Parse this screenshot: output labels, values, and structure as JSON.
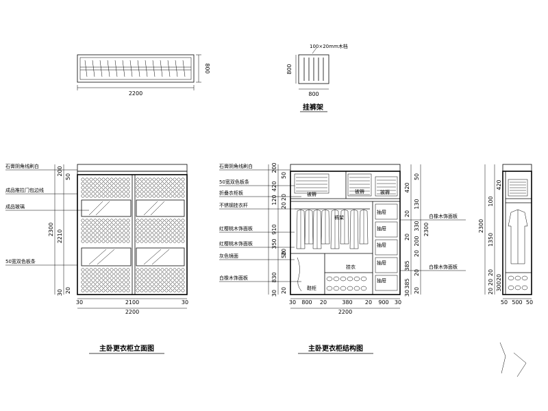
{
  "top_views": {
    "plan": {
      "width_dim": "2200",
      "depth_dim": "800"
    },
    "hanger_rack": {
      "top_label": "100×20mm木档",
      "depth_dim": "800",
      "width_dim": "800",
      "title": "挂裤架"
    }
  },
  "elevation": {
    "title": "主卧更衣柜立面图",
    "labels": [
      "石膏阴角线刷白",
      "成品推拉门包边线",
      "成品玻璃",
      "50宽双色板条"
    ],
    "right_dims": [
      "200",
      "50",
      "2210",
      "20",
      "30"
    ],
    "left_dim": "2300",
    "bottom_dims": [
      "30",
      "2100",
      "30"
    ],
    "overall_width": "2200"
  },
  "structure": {
    "title": "主卧更衣柜结构图",
    "labels": [
      "石膏阴角线刷白",
      "50宽双色板条",
      "折叠衣柜板",
      "不锈钢挂衣杆",
      "红樱桃木饰面板",
      "红樱桃木饰面板",
      "灰色镜面",
      "白橡木饰面板"
    ],
    "inner_labels": [
      "被褥",
      "被褥",
      "被褥",
      "抽屉",
      "抽屉",
      "抽屉",
      "抽屉",
      "抽屉",
      "挂衣",
      "裤架",
      "鞋柜"
    ],
    "right_labels": [
      "白橡木饰面板",
      "白橡木饰面板"
    ],
    "left_dims": [
      "200",
      "50",
      "420",
      "20",
      "120",
      "20",
      "910",
      "20",
      "350",
      "50",
      "830",
      "20",
      "30"
    ],
    "right_dims": [
      "50",
      "420",
      "130",
      "20",
      "330",
      "20",
      "200",
      "2300",
      "20",
      "385",
      "20",
      "385",
      "20",
      "30"
    ],
    "bottom_dims": [
      "30",
      "800",
      "20",
      "380",
      "20",
      "900",
      "30"
    ],
    "overall_width": "2200"
  },
  "side_section": {
    "dims": [
      "420",
      "100",
      "2300",
      "1350",
      "20",
      "20",
      "20",
      "300",
      "20"
    ],
    "bottom_dims": [
      "50",
      "500",
      "50"
    ]
  }
}
